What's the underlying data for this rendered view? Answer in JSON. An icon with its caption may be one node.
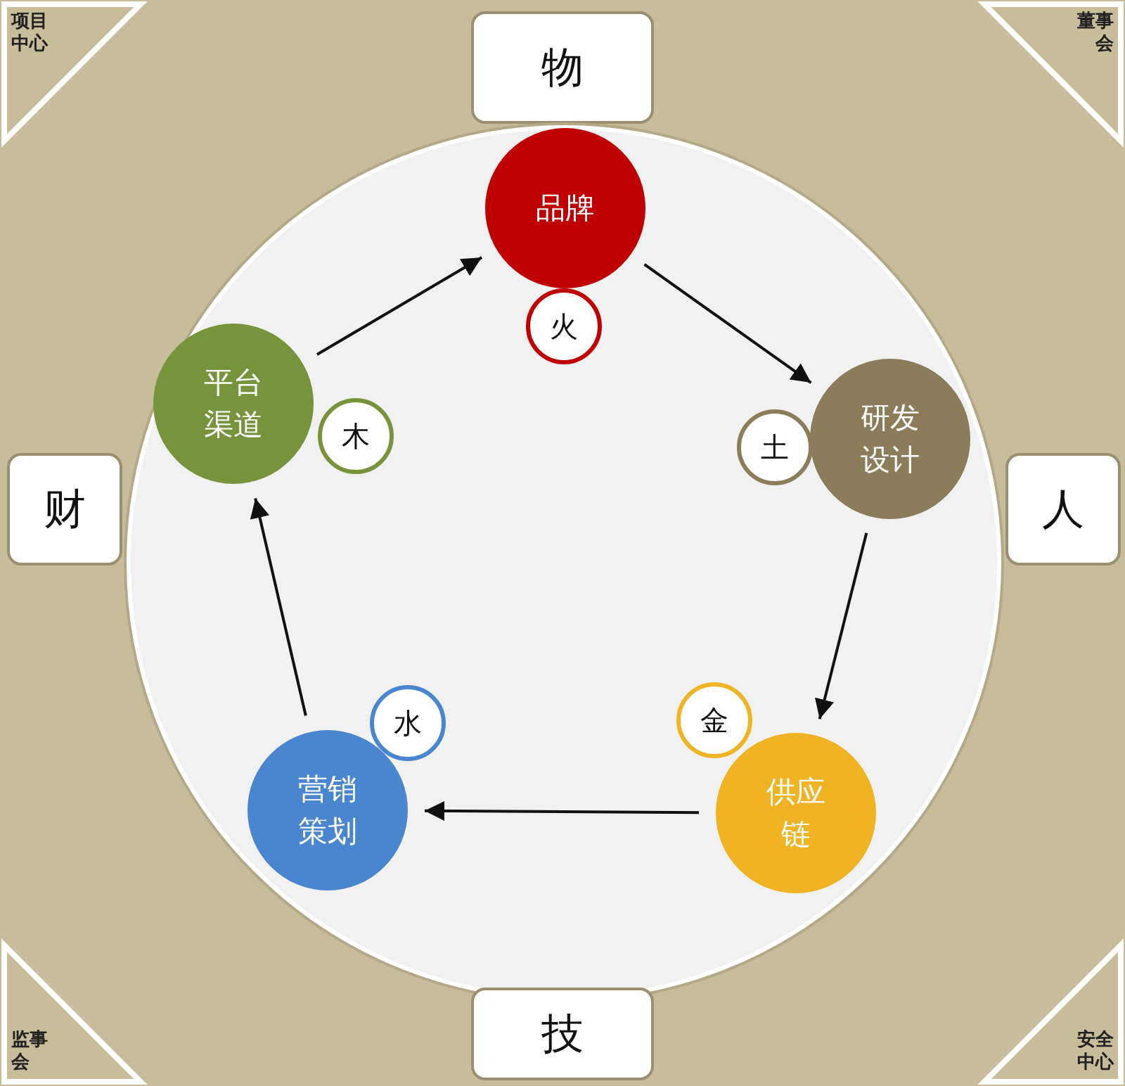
{
  "diagram": {
    "nodes": [
      {
        "text": [
          "项目中心"
        ]
      },
      {
        "text": [
          "物"
        ]
      },
      {
        "text": [
          "董事会"
        ]
      },
      {
        "text": [],
        "shape": "circle"
      },
      {
        "text": [
          "品牌"
        ],
        "in": 3
      },
      {
        "text": [
          "火"
        ],
        "in": 3
      },
      {
        "text": [
          "平台渠道"
        ],
        "in": 3
      },
      {
        "text": [
          "木"
        ],
        "in": 3
      },
      {
        "text": [
          "研发设计"
        ],
        "in": 3
      },
      {
        "text": [
          "土"
        ],
        "in": 3
      },
      {
        "text": [
          "财"
        ]
      },
      {
        "text": [
          "人"
        ]
      },
      {
        "text": [
          "营销策划"
        ],
        "in": 3
      },
      {
        "text": [
          "水"
        ],
        "in": 3
      },
      {
        "text": [
          "金"
        ],
        "in": 3
      },
      {
        "text": [
          "供应链"
        ],
        "in": 3
      },
      {
        "text": [
          "监事会"
        ]
      },
      {
        "text": [
          "技"
        ]
      },
      {
        "text": [
          "安全中心"
        ]
      }
    ],
    "edges": [
      {
        "from": 6,
        "to": 4,
        "arrow": "to"
      },
      {
        "from": 4,
        "to": 8,
        "arrow": "to"
      },
      {
        "from": 8,
        "to": 15,
        "arrow": "to"
      },
      {
        "from": 15,
        "to": 12,
        "arrow": "to"
      },
      {
        "from": 12,
        "to": 6,
        "arrow": "to"
      }
    ]
  }
}
